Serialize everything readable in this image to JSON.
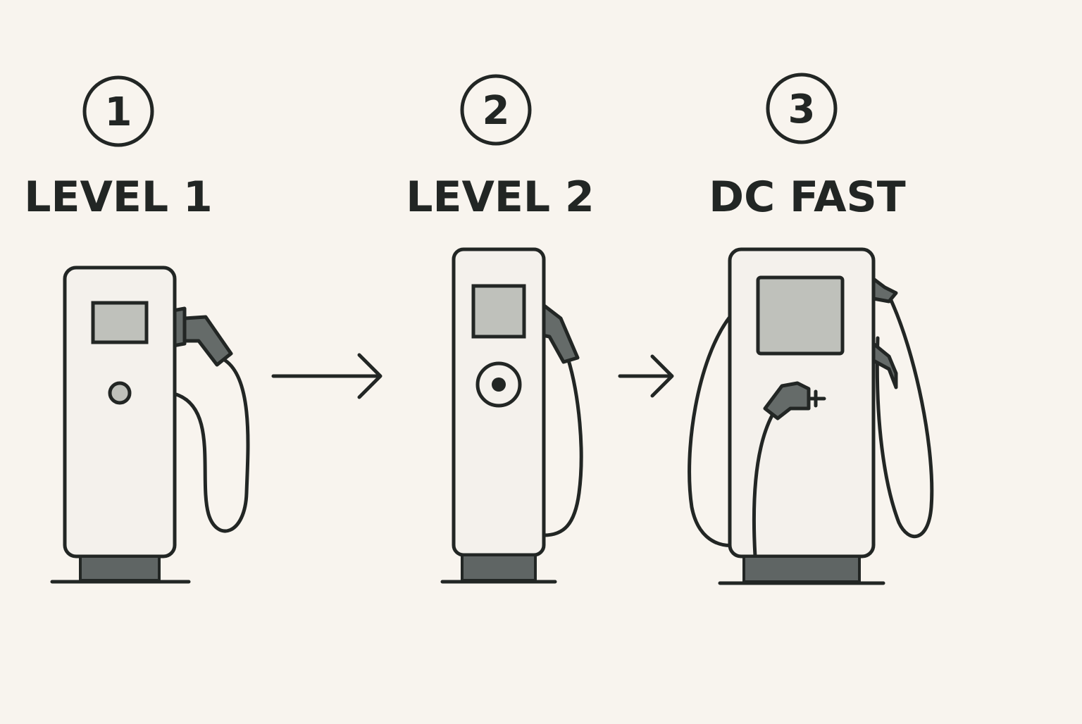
{
  "colors": {
    "background": "#f8f4ee",
    "ink": "#222624",
    "body_fill": "#f4f1ec",
    "screen_fill": "#bfc1bb",
    "connector_fill": "#656b69",
    "base_fill": "#5f6564",
    "accent_dot": "#bfc1bb"
  },
  "steps": [
    {
      "number": "1",
      "label": "LEVEL 1",
      "icon": "level-1-charger-icon"
    },
    {
      "number": "2",
      "label": "LEVEL 2",
      "icon": "level-2-charger-icon"
    },
    {
      "number": "3",
      "label": "DC FAST",
      "icon": "dc-fast-charger-icon"
    }
  ],
  "arrows": [
    {
      "icon": "right-arrow-icon"
    },
    {
      "icon": "right-arrow-icon"
    }
  ]
}
